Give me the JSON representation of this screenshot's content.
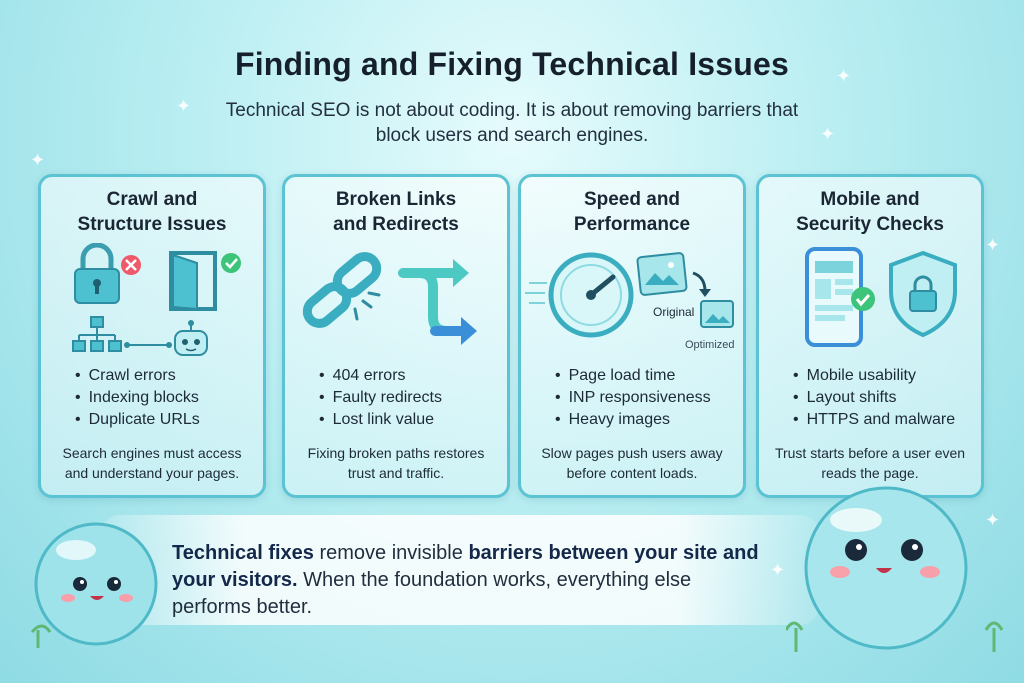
{
  "header": {
    "title": "Finding and Fixing Technical Issues",
    "subtitle": "Technical SEO is not about coding. It is about removing barriers that block users and search engines."
  },
  "cards": [
    {
      "title_line1": "Crawl and",
      "title_line2": "Structure Issues",
      "items": [
        "Crawl errors",
        "Indexing blocks",
        "Duplicate URLs"
      ],
      "note": "Search engines must access and understand your pages.",
      "icons": [
        "lock-icon",
        "error-x-icon",
        "open-door-icon",
        "check-icon",
        "sitemap-icon",
        "robot-icon"
      ]
    },
    {
      "title_line1": "Broken Links",
      "title_line2": "and Redirects",
      "items": [
        "404 errors",
        "Faulty redirects",
        "Lost link value"
      ],
      "note": "Fixing broken paths restores trust and traffic.",
      "icons": [
        "broken-link-icon",
        "redirect-arrows-icon"
      ]
    },
    {
      "title_line1": "Speed and",
      "title_line2": "Performance",
      "items": [
        "Page load time",
        "INP responsiveness",
        "Heavy images"
      ],
      "note": "Slow pages push users away before content loads.",
      "image_label_original": "Original",
      "image_label_optimized": "Optimized",
      "icons": [
        "speedometer-icon",
        "image-icon",
        "arrow-icon",
        "image-icon"
      ]
    },
    {
      "title_line1": "Mobile and",
      "title_line2": "Security Checks",
      "items": [
        "Mobile usability",
        "Layout shifts",
        "HTTPS and malware"
      ],
      "note": "Trust starts before a user even reads the page.",
      "icons": [
        "smartphone-icon",
        "check-icon",
        "shield-lock-icon"
      ]
    }
  ],
  "banner": {
    "strong1": "Technical fixes",
    "text1": " remove invisible ",
    "strong2": "barriers between your site and your visitors.",
    "text2": " When the foundation works, everything else performs better."
  },
  "colors": {
    "accent": "#5bc3d3",
    "background": "#b9eef2",
    "icon_teal": "#3fb6c4",
    "error_red": "#ee5a6a",
    "success_green": "#3cc57a",
    "arrow_blue": "#3a8fd8"
  }
}
